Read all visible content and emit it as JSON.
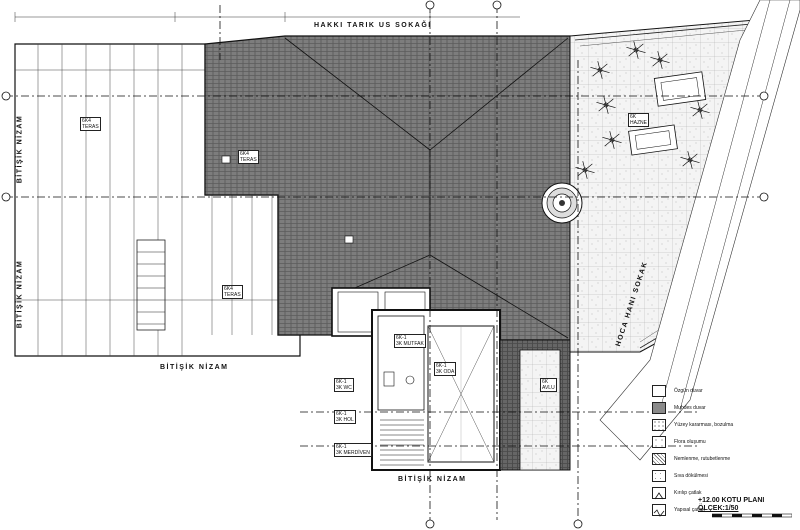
{
  "streets": {
    "top": "HAKKI TARIK US SOKAĞI",
    "right": "HOCA HANI SOKAK",
    "left": "BİTİŞİK NİZAM",
    "left2": "BİTİŞİK NİZAM",
    "bottom_left": "BİTİŞİK NİZAM",
    "bottom": "BİTİŞİK NİZAM"
  },
  "rooms": [
    {
      "code": "6K4",
      "name": "TERAS"
    },
    {
      "code": "6K4",
      "name": "TERAS"
    },
    {
      "code": "6K4",
      "name": "TERAS"
    },
    {
      "code": "6K-1",
      "name": "3K HOL"
    },
    {
      "code": "6K-1",
      "name": "3K MERDİVEN"
    },
    {
      "code": "6K-1",
      "name": "3K WC"
    },
    {
      "code": "6K-1",
      "name": "3K ODA"
    },
    {
      "code": "6K-1",
      "name": "3K MUTFAK"
    },
    {
      "code": "6K",
      "name": "HAZNE"
    },
    {
      "code": "6K",
      "name": "AVLU"
    }
  ],
  "legend": [
    {
      "label": "Özgün duvar",
      "fill": "#ffffff"
    },
    {
      "label": "Muhdes duvar",
      "fill": "#8a8a8a"
    },
    {
      "label": "Yüzey kararması, bozulma",
      "fill": "pattern-dots"
    },
    {
      "label": "Flora oluşumu",
      "fill": "pattern-sparse"
    },
    {
      "label": "Nemlenme, rutubetlenme",
      "fill": "pattern-hatch"
    },
    {
      "label": "Sıva dökülmesi",
      "fill": "pattern-light"
    },
    {
      "label": "Kırılıp çatlak",
      "fill": "pattern-x"
    },
    {
      "label": "Yapısal çatlak",
      "fill": "pattern-zig"
    }
  ],
  "title": {
    "line1": "+12.00 KOTU PLANI",
    "line2": "ÖLÇEK:1/50"
  },
  "colors": {
    "roof": "#7d7d7d",
    "roof_dark": "#5e5e5e",
    "line": "#111111",
    "garden": "#f3f3f3"
  }
}
